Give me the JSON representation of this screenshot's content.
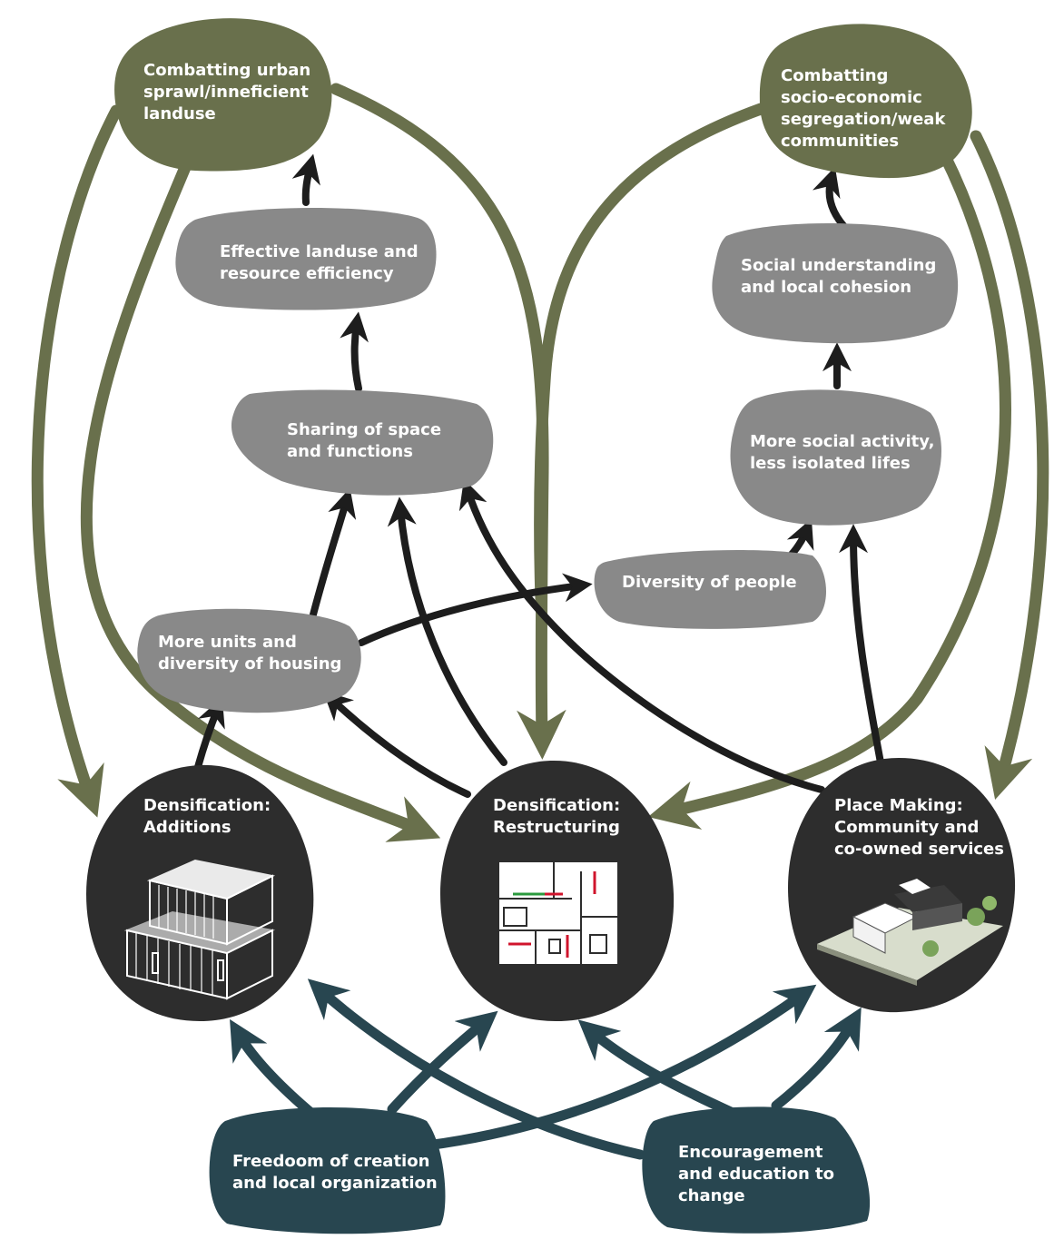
{
  "colors": {
    "goal": "#69704c",
    "mechanism": "#898989",
    "action": "#2d2d2d",
    "driver": "#284650",
    "black_arrow": "#1d1d1d",
    "green_arrow": "#69704c",
    "blue_arrow": "#284650"
  },
  "goals": {
    "urban_sprawl": [
      "Combatting urban",
      "sprawl/inneficient",
      "landuse"
    ],
    "segregation": [
      "Combatting",
      "socio-economic",
      "segregation/weak",
      "communities"
    ]
  },
  "mechanisms": {
    "effective_landuse": [
      "Effective landuse and",
      "resource efficiency"
    ],
    "social_understanding": [
      "Social understanding",
      "and local cohesion"
    ],
    "sharing_space": [
      "Sharing of space",
      "and functions"
    ],
    "social_activity": [
      "More social activity,",
      "less isolated lifes"
    ],
    "diversity_people": [
      "Diversity of people"
    ],
    "more_units": [
      "More units and",
      "diversity of housing"
    ]
  },
  "actions": {
    "additions": [
      "Densification:",
      "Additions"
    ],
    "restructuring": [
      "Densification:",
      "Restructuring"
    ],
    "place_making": [
      "Place Making:",
      "Community and",
      "co-owned services"
    ]
  },
  "drivers": {
    "freedom": [
      "Freedoom of creation",
      "and local organization"
    ],
    "encouragement": [
      "Encouragement",
      "and education to",
      "change"
    ]
  },
  "icons": {
    "additions": "modular-house-icon",
    "restructuring": "floor-plan-icon",
    "place_making": "community-site-icon"
  }
}
